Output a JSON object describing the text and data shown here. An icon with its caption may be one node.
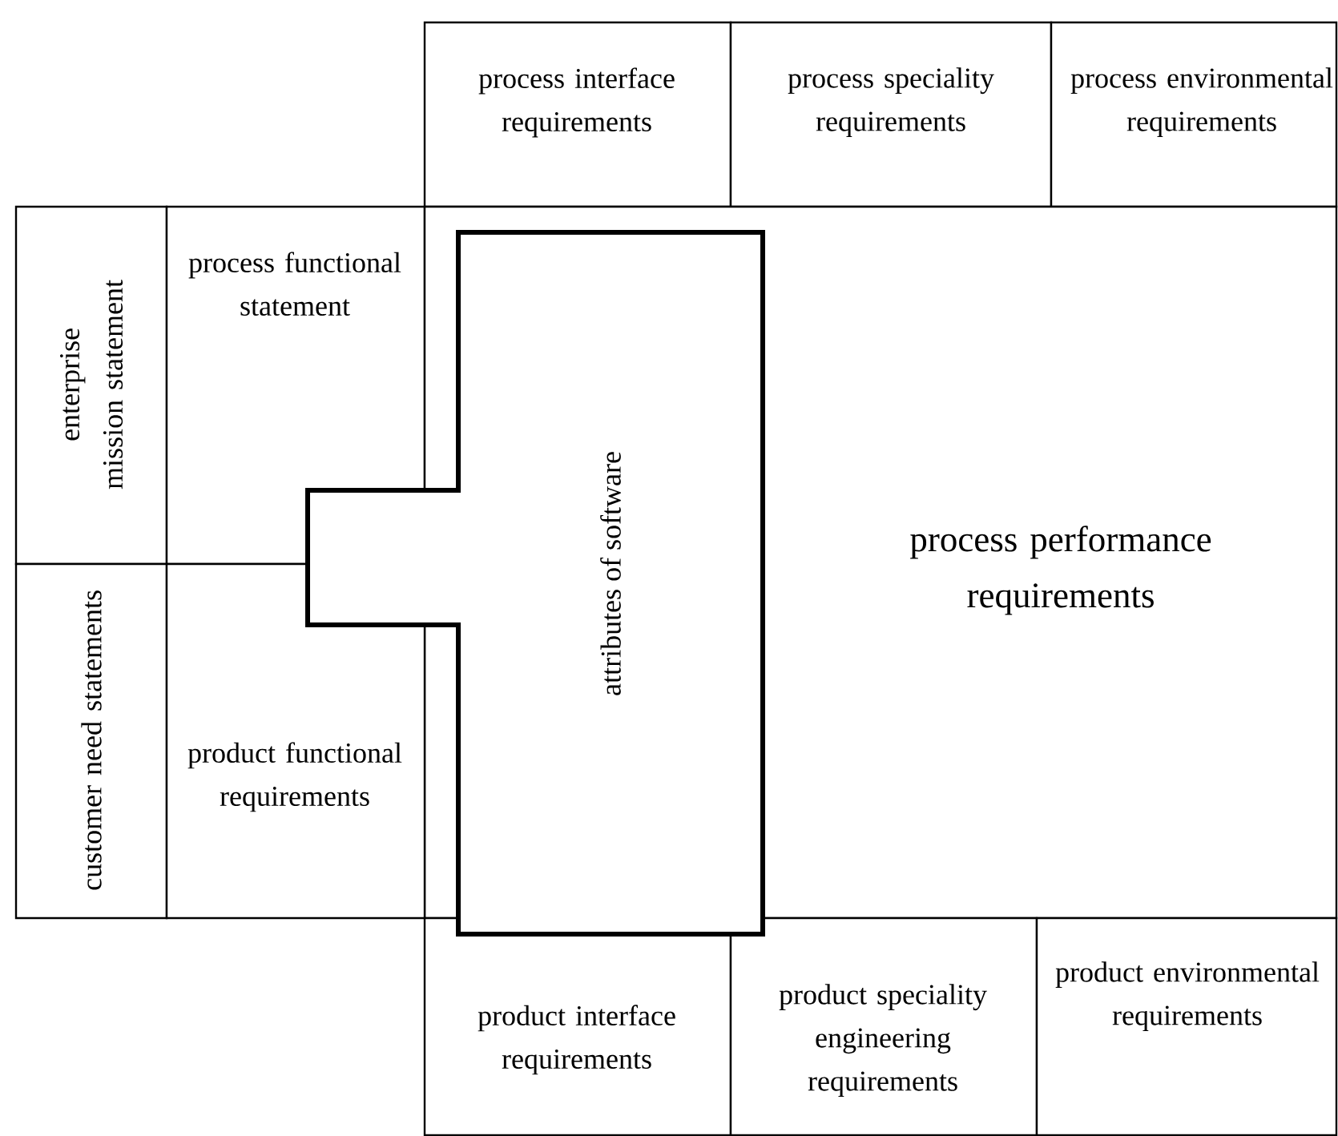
{
  "diagram": {
    "nodes": [
      {
        "text": [
          "process interface requirements"
        ]
      },
      {
        "text": [
          "process speciality requirements"
        ]
      },
      {
        "text": [
          "process environmental requirements"
        ]
      },
      {
        "text": [
          "enterprise mission statement"
        ]
      },
      {
        "text": [
          "process functional statement"
        ]
      },
      {
        "text": [
          "attributes of software"
        ]
      },
      {
        "text": [
          "process performance requirements"
        ]
      },
      {
        "text": [
          "customer need statements"
        ]
      },
      {
        "text": [
          "product functional requirements"
        ]
      },
      {
        "text": [
          "product interface requirements"
        ]
      },
      {
        "text": [
          "product speciality engineering requirements"
        ]
      },
      {
        "text": [
          "product environmental requirements"
        ]
      }
    ]
  }
}
